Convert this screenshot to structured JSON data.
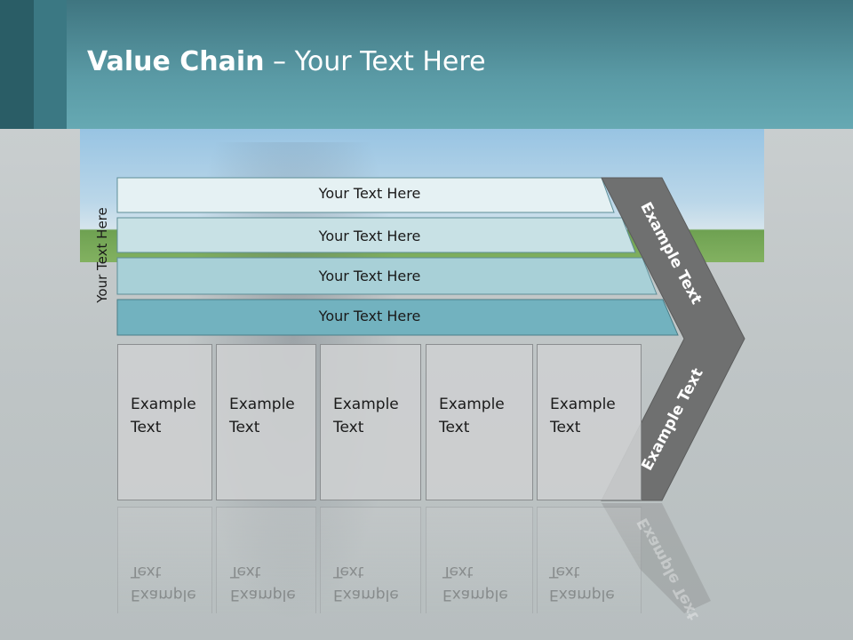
{
  "header": {
    "title_bold": "Value Chain",
    "title_rest": " – Your Text Here"
  },
  "side_label": "Your Text Here",
  "bars": [
    {
      "label": "Your Text Here",
      "color": "#e5f1f3"
    },
    {
      "label": "Your Text Here",
      "color": "#c8e1e5"
    },
    {
      "label": "Your Text Here",
      "color": "#a8d0d7"
    },
    {
      "label": "Your Text Here",
      "color": "#72b2bf"
    }
  ],
  "boxes": [
    {
      "line1": "Example",
      "line2": "Text"
    },
    {
      "line1": "Example",
      "line2": "Text"
    },
    {
      "line1": "Example",
      "line2": "Text"
    },
    {
      "line1": "Example",
      "line2": "Text"
    },
    {
      "line1": "Example",
      "line2": "Text"
    }
  ],
  "chevron": {
    "upper_label": "Example Text",
    "lower_label": "Example Text",
    "color": "#6f7070"
  }
}
